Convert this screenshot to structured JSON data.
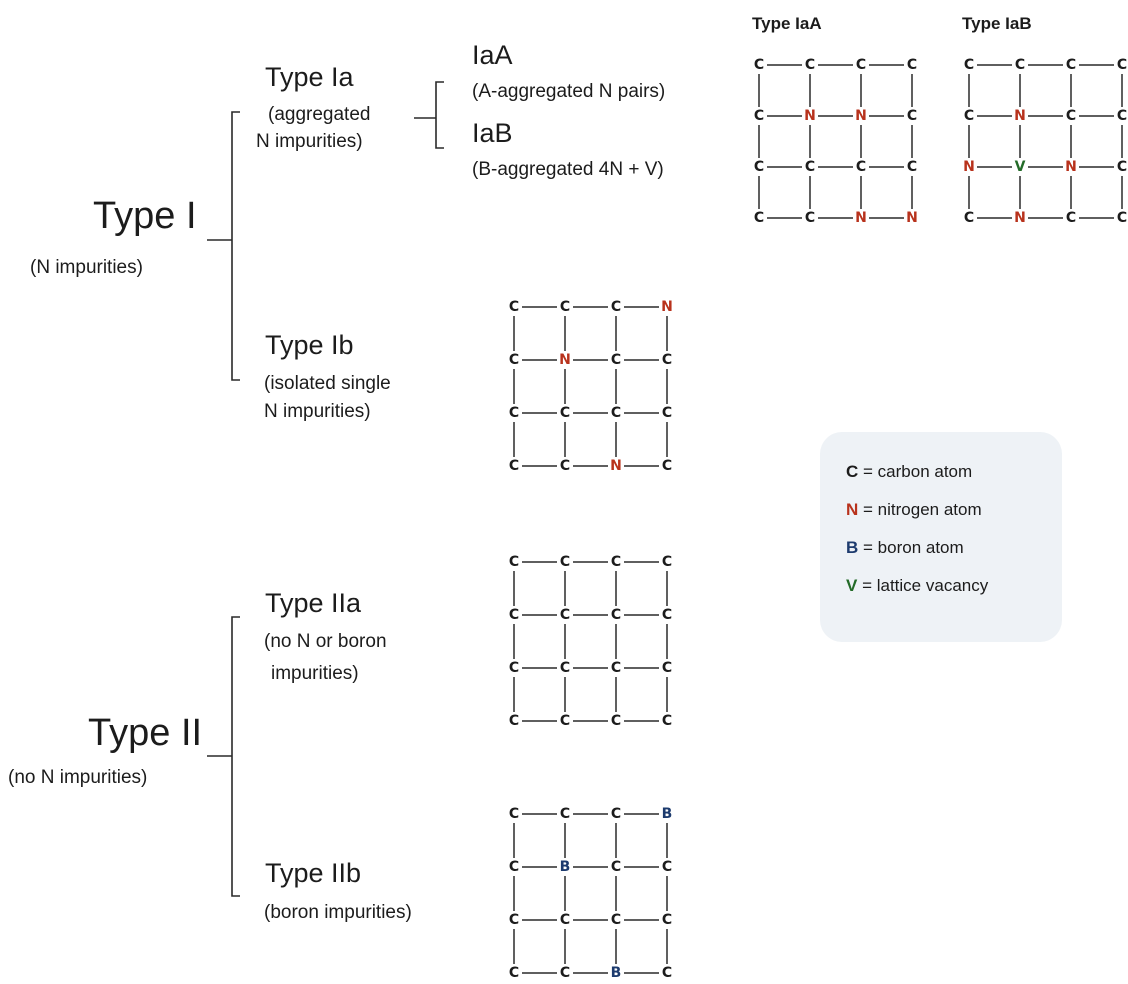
{
  "colors": {
    "carbon": "#1c1c1c",
    "nitrogen": "#b8321c",
    "boron": "#1d3b6e",
    "vacancy": "#236b28",
    "bond": "#2a2a2a",
    "legend_bg": "#eef2f6"
  },
  "type_i": {
    "title": "Type I",
    "subtitle": "(N impurities)",
    "ia": {
      "title": "Type Ia",
      "desc_line1": "(aggregated",
      "desc_line2": "N impurities)",
      "iaa_title": "IaA",
      "iaa_desc": "(A-aggregated N pairs)",
      "iab_title": "IaB",
      "iab_desc": "(B-aggregated 4N + V)"
    },
    "ib": {
      "title": "Type Ib",
      "desc_line1": "(isolated single",
      "desc_line2": "N impurities)"
    }
  },
  "type_ii": {
    "title": "Type II",
    "subtitle": "(no N impurities)",
    "iia": {
      "title": "Type IIa",
      "desc_line1": "(no N or boron",
      "desc_line2": "impurities)"
    },
    "iib": {
      "title": "Type IIb",
      "desc_line1": "(boron impurities)"
    }
  },
  "lattices": {
    "iaa": {
      "title": "Type IaA",
      "rows": [
        [
          "C",
          "C",
          "C",
          "C"
        ],
        [
          "C",
          "N",
          "N",
          "C"
        ],
        [
          "C",
          "C",
          "C",
          "C"
        ],
        [
          "C",
          "C",
          "N",
          "N"
        ]
      ]
    },
    "iab": {
      "title": "Type IaB",
      "rows": [
        [
          "C",
          "C",
          "C",
          "C"
        ],
        [
          "C",
          "N",
          "C",
          "C"
        ],
        [
          "N",
          "V",
          "N",
          "C"
        ],
        [
          "C",
          "N",
          "C",
          "C"
        ]
      ]
    },
    "ib": {
      "rows": [
        [
          "C",
          "C",
          "C",
          "N"
        ],
        [
          "C",
          "N",
          "C",
          "C"
        ],
        [
          "C",
          "C",
          "C",
          "C"
        ],
        [
          "C",
          "C",
          "N",
          "C"
        ]
      ]
    },
    "iia": {
      "rows": [
        [
          "C",
          "C",
          "C",
          "C"
        ],
        [
          "C",
          "C",
          "C",
          "C"
        ],
        [
          "C",
          "C",
          "C",
          "C"
        ],
        [
          "C",
          "C",
          "C",
          "C"
        ]
      ]
    },
    "iib": {
      "rows": [
        [
          "C",
          "C",
          "C",
          "B"
        ],
        [
          "C",
          "B",
          "C",
          "C"
        ],
        [
          "C",
          "C",
          "C",
          "C"
        ],
        [
          "C",
          "C",
          "B",
          "C"
        ]
      ]
    }
  },
  "legend": [
    {
      "symbol": "C",
      "text": "= carbon atom",
      "color": "#1c1c1c"
    },
    {
      "symbol": "N",
      "text": "= nitrogen atom",
      "color": "#b8321c"
    },
    {
      "symbol": "B",
      "text": "= boron atom",
      "color": "#1d3b6e"
    },
    {
      "symbol": "V",
      "text": "= lattice vacancy",
      "color": "#236b28"
    }
  ]
}
